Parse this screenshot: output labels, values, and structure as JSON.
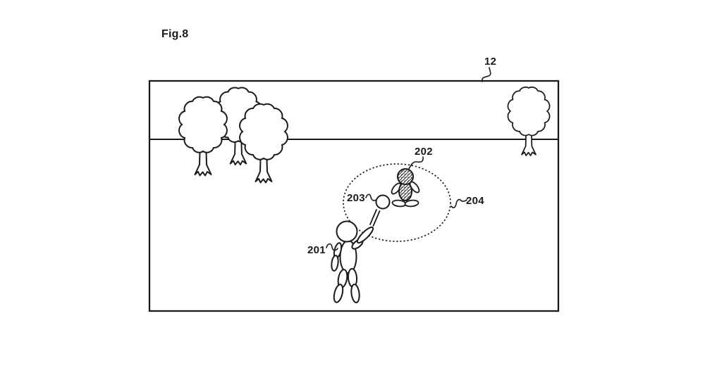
{
  "figure": {
    "title": "Fig.8"
  },
  "colors": {
    "ink": "#1a1a1a",
    "background": "#ffffff"
  },
  "reference_labels": {
    "display_screen": "12",
    "person": "201",
    "character": "202",
    "ball": "203",
    "attention_area": "204"
  }
}
